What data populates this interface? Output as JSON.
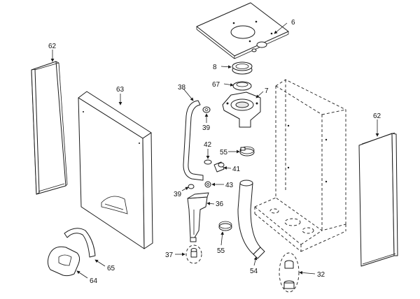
{
  "callouts": {
    "c6": "6",
    "c8": "8",
    "c67": "67",
    "c7": "7",
    "c38": "38",
    "c39a": "39",
    "c42": "42",
    "c55a": "55",
    "c41": "41",
    "c39b": "39",
    "c43": "43",
    "c36": "36",
    "c37": "37",
    "c55b": "55",
    "c54": "54",
    "c32": "32",
    "c62a": "62",
    "c63": "63",
    "c62b": "62",
    "c65": "65",
    "c64": "64"
  }
}
